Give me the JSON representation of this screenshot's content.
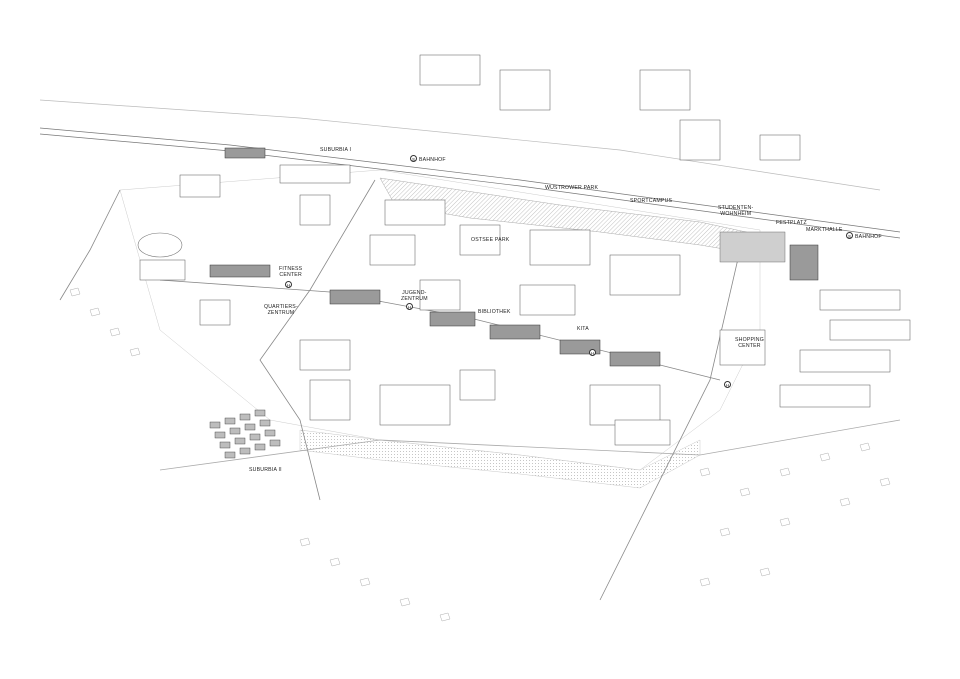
{
  "map": {
    "labels": {
      "suburbia_1": "SUBURBIA I",
      "bahnhof_north": "BAHNHOF",
      "wustrower_park": "WUSTROWER PARK",
      "sportcampus": "SPORTCAMPUS",
      "studentenwohnheim_l1": "STUDENTEN-",
      "studentenwohnheim_l2": "WOHNHEIM",
      "festplatz": "FESTPLATZ",
      "markthalle": "MARKTHALLE",
      "bahnhof_east": "BAHNHOF",
      "ostsee_park": "OSTSEE PARK",
      "fitness_l1": "FITNESS",
      "fitness_l2": "CENTER",
      "jugend_l1": "JUGEND-",
      "jugend_l2": "ZENTRUM",
      "quartier_l1": "QUARTIERS-",
      "quartier_l2": "ZENTRUM",
      "bibliothek": "BIBLIOTHEK",
      "kita": "KITA",
      "shopping_l1": "SHOPPING",
      "shopping_l2": "CENTER",
      "suburbia_2": "SUBURBIA II"
    },
    "markers": {
      "s_bahn": "S",
      "h_stop": "H"
    }
  }
}
